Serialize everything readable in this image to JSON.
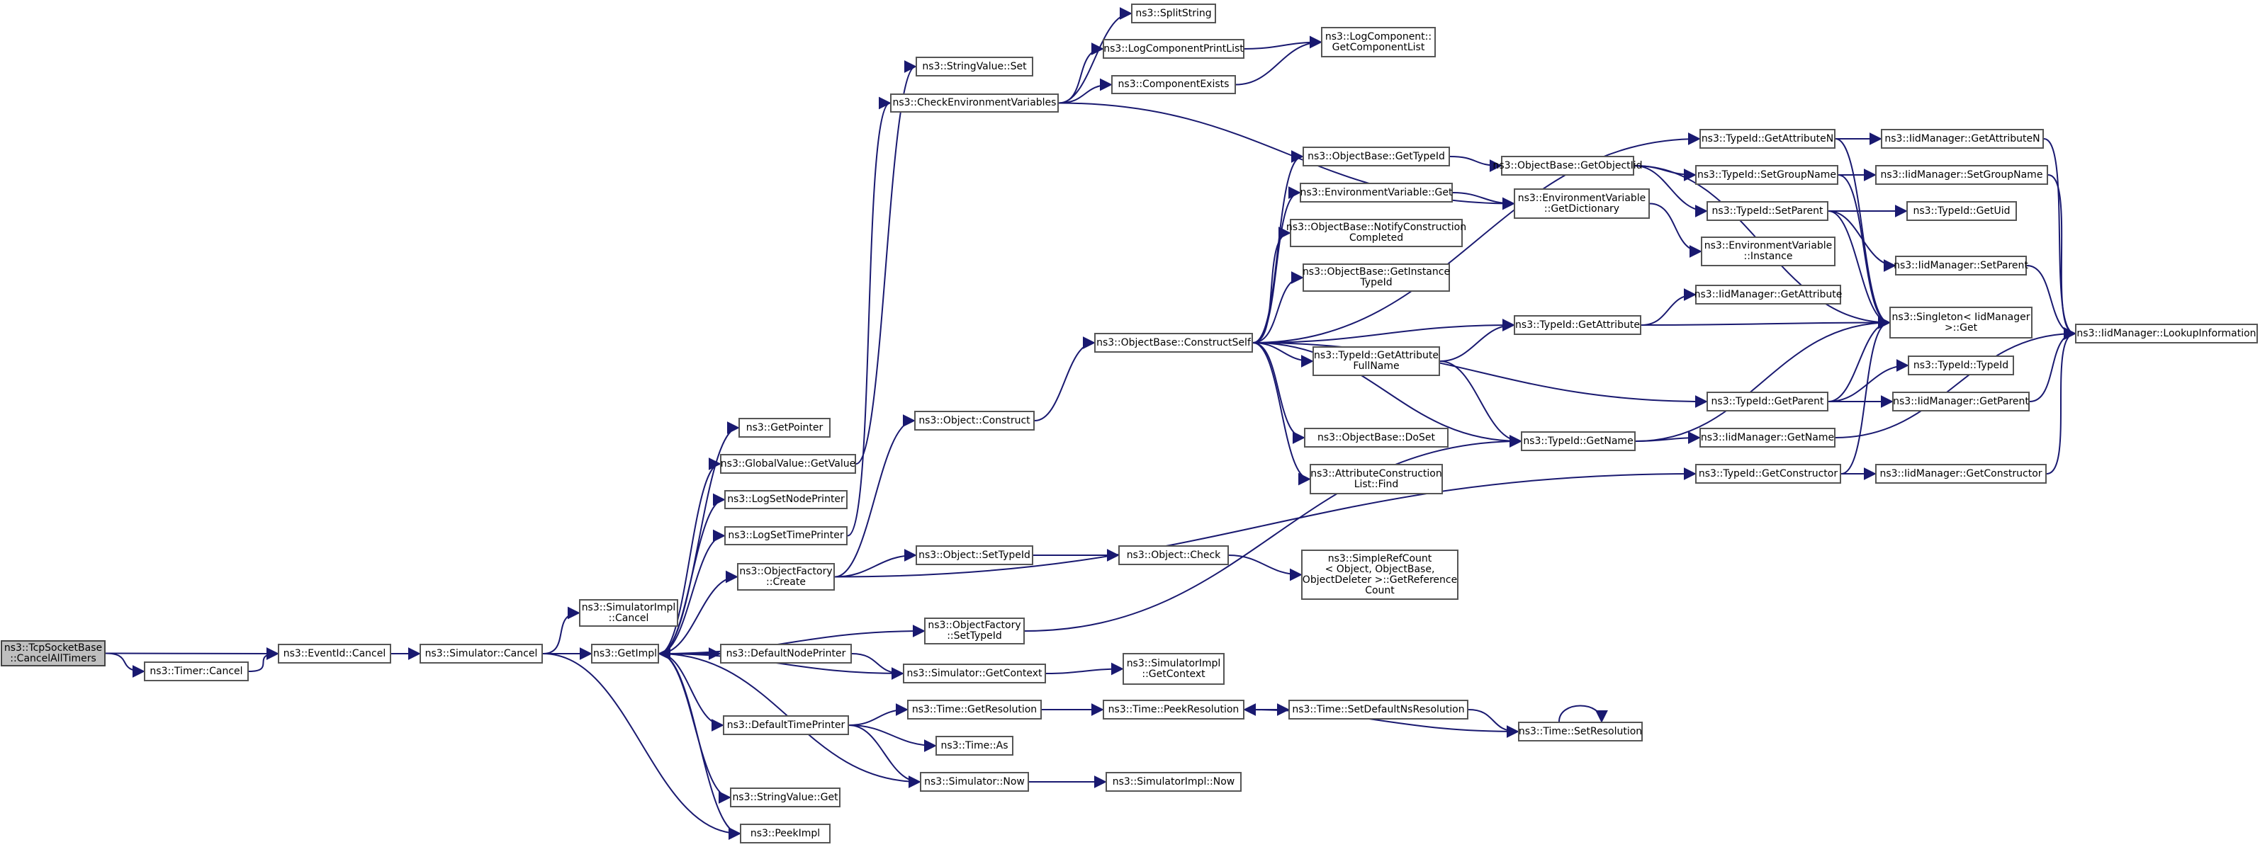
{
  "colors": {
    "edge": "#191970",
    "node_border": "#555555",
    "node_fill": "#ffffff",
    "root_fill": "#bfbfbf"
  },
  "nodes": [
    {
      "id": "n_root",
      "lines": [
        "ns3::TcpSocketBase",
        "::CancelAllTimers"
      ],
      "root": true
    },
    {
      "id": "n_timer_cancel",
      "lines": [
        "ns3::Timer::Cancel"
      ]
    },
    {
      "id": "n_eventid_cancel",
      "lines": [
        "ns3::EventId::Cancel"
      ]
    },
    {
      "id": "n_sim_cancel",
      "lines": [
        "ns3::Simulator::Cancel"
      ]
    },
    {
      "id": "n_simimpl_cancel",
      "lines": [
        "ns3::SimulatorImpl",
        "::Cancel"
      ]
    },
    {
      "id": "n_getimpl",
      "lines": [
        "ns3::GetImpl"
      ]
    },
    {
      "id": "n_getpointer",
      "lines": [
        "ns3::GetPointer"
      ]
    },
    {
      "id": "n_gv_getvalue",
      "lines": [
        "ns3::GlobalValue::GetValue"
      ]
    },
    {
      "id": "n_lognodeprinter",
      "lines": [
        "ns3::LogSetNodePrinter"
      ]
    },
    {
      "id": "n_logtimeprinter",
      "lines": [
        "ns3::LogSetTimePrinter"
      ]
    },
    {
      "id": "n_objfactory_create",
      "lines": [
        "ns3::ObjectFactory",
        "::Create"
      ]
    },
    {
      "id": "n_defaultnodeprinter",
      "lines": [
        "ns3::DefaultNodePrinter"
      ]
    },
    {
      "id": "n_defaulttimeprinter",
      "lines": [
        "ns3::DefaultTimePrinter"
      ]
    },
    {
      "id": "n_stringvalue_get",
      "lines": [
        "ns3::StringValue::Get"
      ]
    },
    {
      "id": "n_peekimpl",
      "lines": [
        "ns3::PeekImpl"
      ]
    },
    {
      "id": "n_splitstring",
      "lines": [
        "ns3::SplitString"
      ]
    },
    {
      "id": "n_stringvalue_set",
      "lines": [
        "ns3::StringValue::Set"
      ]
    },
    {
      "id": "n_checkenv",
      "lines": [
        "ns3::CheckEnvironmentVariables"
      ]
    },
    {
      "id": "n_logcomplist",
      "lines": [
        "ns3::LogComponentPrintList"
      ]
    },
    {
      "id": "n_compexists",
      "lines": [
        "ns3::ComponentExists"
      ]
    },
    {
      "id": "n_getcomplist",
      "lines": [
        "ns3::LogComponent::",
        "GetComponentList"
      ]
    },
    {
      "id": "n_obj_construct",
      "lines": [
        "ns3::Object::Construct"
      ]
    },
    {
      "id": "n_obj_settypeid",
      "lines": [
        "ns3::Object::SetTypeId"
      ]
    },
    {
      "id": "n_objfactory_settypeid",
      "lines": [
        "ns3::ObjectFactory",
        "::SetTypeId"
      ]
    },
    {
      "id": "n_sim_getcontext",
      "lines": [
        "ns3::Simulator::GetContext"
      ]
    },
    {
      "id": "n_time_getres",
      "lines": [
        "ns3::Time::GetResolution"
      ]
    },
    {
      "id": "n_time_as",
      "lines": [
        "ns3::Time::As"
      ]
    },
    {
      "id": "n_sim_now",
      "lines": [
        "ns3::Simulator::Now"
      ]
    },
    {
      "id": "n_obj_check",
      "lines": [
        "ns3::Object::Check"
      ]
    },
    {
      "id": "n_simimpl_getcontext",
      "lines": [
        "ns3::SimulatorImpl",
        "::GetContext"
      ]
    },
    {
      "id": "n_time_peekres",
      "lines": [
        "ns3::Time::PeekResolution"
      ]
    },
    {
      "id": "n_simimpl_now",
      "lines": [
        "ns3::SimulatorImpl::Now"
      ]
    },
    {
      "id": "n_constructself",
      "lines": [
        "ns3::ObjectBase::ConstructSelf"
      ]
    },
    {
      "id": "n_ob_gettypeid",
      "lines": [
        "ns3::ObjectBase::GetTypeId"
      ]
    },
    {
      "id": "n_envvar_get",
      "lines": [
        "ns3::EnvironmentVariable::Get"
      ]
    },
    {
      "id": "n_notifyconstruction",
      "lines": [
        "ns3::ObjectBase::NotifyConstruction",
        "Completed"
      ]
    },
    {
      "id": "n_getinstancetypeid",
      "lines": [
        "ns3::ObjectBase::GetInstance",
        "TypeId"
      ]
    },
    {
      "id": "n_getattrfullname",
      "lines": [
        "ns3::TypeId::GetAttribute",
        "FullName"
      ]
    },
    {
      "id": "n_ob_doset",
      "lines": [
        "ns3::ObjectBase::DoSet"
      ]
    },
    {
      "id": "n_attrconstrlistfind",
      "lines": [
        "ns3::AttributeConstruction",
        "List::Find"
      ]
    },
    {
      "id": "n_simplerefcount",
      "lines": [
        "ns3::SimpleRefCount",
        "< Object, ObjectBase,",
        "ObjectDeleter >::GetReference",
        "Count"
      ]
    },
    {
      "id": "n_time_setdefaultns",
      "lines": [
        "ns3::Time::SetDefaultNsResolution"
      ]
    },
    {
      "id": "n_ob_getobjectiid",
      "lines": [
        "ns3::ObjectBase::GetObjectIid"
      ]
    },
    {
      "id": "n_envvar_getdict",
      "lines": [
        "ns3::EnvironmentVariable",
        "::GetDictionary"
      ]
    },
    {
      "id": "n_typeid_getattribute",
      "lines": [
        "ns3::TypeId::GetAttribute"
      ]
    },
    {
      "id": "n_typeid_getname",
      "lines": [
        "ns3::TypeId::GetName"
      ]
    },
    {
      "id": "n_time_setres",
      "lines": [
        "ns3::Time::SetResolution"
      ]
    },
    {
      "id": "n_typeid_getattrn",
      "lines": [
        "ns3::TypeId::GetAttributeN"
      ]
    },
    {
      "id": "n_typeid_setgroupname",
      "lines": [
        "ns3::TypeId::SetGroupName"
      ]
    },
    {
      "id": "n_typeid_setparent",
      "lines": [
        "ns3::TypeId::SetParent"
      ]
    },
    {
      "id": "n_envvar_instance",
      "lines": [
        "ns3::EnvironmentVariable",
        "::Instance"
      ]
    },
    {
      "id": "n_iid_getattribute",
      "lines": [
        "ns3::IidManager::GetAttribute"
      ]
    },
    {
      "id": "n_typeid_getparent",
      "lines": [
        "ns3::TypeId::GetParent"
      ]
    },
    {
      "id": "n_iid_getname",
      "lines": [
        "ns3::IidManager::GetName"
      ]
    },
    {
      "id": "n_typeid_getconstructor",
      "lines": [
        "ns3::TypeId::GetConstructor"
      ]
    },
    {
      "id": "n_iid_getattrn",
      "lines": [
        "ns3::IidManager::GetAttributeN"
      ]
    },
    {
      "id": "n_iid_setgroupname",
      "lines": [
        "ns3::IidManager::SetGroupName"
      ]
    },
    {
      "id": "n_typeid_getuid",
      "lines": [
        "ns3::TypeId::GetUid"
      ]
    },
    {
      "id": "n_iid_setparent",
      "lines": [
        "ns3::IidManager::SetParent"
      ]
    },
    {
      "id": "n_singleton_get",
      "lines": [
        "ns3::Singleton< IidManager",
        ">::Get"
      ]
    },
    {
      "id": "n_typeid_typeid",
      "lines": [
        "ns3::TypeId::TypeId"
      ]
    },
    {
      "id": "n_iid_getparent",
      "lines": [
        "ns3::IidManager::GetParent"
      ]
    },
    {
      "id": "n_iid_getconstructor",
      "lines": [
        "ns3::IidManager::GetConstructor"
      ]
    },
    {
      "id": "n_iid_lookup",
      "lines": [
        "ns3::IidManager::LookupInformation"
      ]
    }
  ],
  "edges": [
    [
      "n_root",
      "n_timer_cancel"
    ],
    [
      "n_root",
      "n_eventid_cancel"
    ],
    [
      "n_timer_cancel",
      "n_eventid_cancel"
    ],
    [
      "n_eventid_cancel",
      "n_sim_cancel"
    ],
    [
      "n_sim_cancel",
      "n_simimpl_cancel"
    ],
    [
      "n_sim_cancel",
      "n_getimpl"
    ],
    [
      "n_sim_cancel",
      "n_peekimpl"
    ],
    [
      "n_getimpl",
      "n_getpointer"
    ],
    [
      "n_getimpl",
      "n_gv_getvalue"
    ],
    [
      "n_getimpl",
      "n_lognodeprinter"
    ],
    [
      "n_getimpl",
      "n_logtimeprinter"
    ],
    [
      "n_getimpl",
      "n_objfactory_create"
    ],
    [
      "n_getimpl",
      "n_objfactory_settypeid"
    ],
    [
      "n_getimpl",
      "n_defaultnodeprinter"
    ],
    [
      "n_getimpl",
      "n_defaulttimeprinter"
    ],
    [
      "n_getimpl",
      "n_stringvalue_get"
    ],
    [
      "n_getimpl",
      "n_peekimpl"
    ],
    [
      "n_gv_getvalue",
      "n_stringvalue_set"
    ],
    [
      "n_logtimeprinter",
      "n_checkenv"
    ],
    [
      "n_checkenv",
      "n_splitstring"
    ],
    [
      "n_checkenv",
      "n_logcomplist"
    ],
    [
      "n_checkenv",
      "n_compexists"
    ],
    [
      "n_checkenv",
      "n_envvar_getdict"
    ],
    [
      "n_logcomplist",
      "n_getcomplist"
    ],
    [
      "n_compexists",
      "n_getcomplist"
    ],
    [
      "n_objfactory_create",
      "n_obj_construct"
    ],
    [
      "n_objfactory_create",
      "n_obj_settypeid"
    ],
    [
      "n_objfactory_create",
      "n_typeid_getconstructor"
    ],
    [
      "n_defaultnodeprinter",
      "n_sim_getcontext"
    ],
    [
      "n_sim_getcontext",
      "n_getimpl"
    ],
    [
      "n_sim_getcontext",
      "n_simimpl_getcontext"
    ],
    [
      "n_defaulttimeprinter",
      "n_time_getres"
    ],
    [
      "n_defaulttimeprinter",
      "n_time_as"
    ],
    [
      "n_defaulttimeprinter",
      "n_sim_now"
    ],
    [
      "n_sim_now",
      "n_getimpl"
    ],
    [
      "n_sim_now",
      "n_simimpl_now"
    ],
    [
      "n_time_getres",
      "n_time_peekres"
    ],
    [
      "n_time_peekres",
      "n_time_setdefaultns"
    ],
    [
      "n_time_setdefaultns",
      "n_time_setres"
    ],
    [
      "n_time_setres",
      "n_time_peekres"
    ],
    [
      "n_time_setres",
      "n_time_setres"
    ],
    [
      "n_obj_settypeid",
      "n_obj_check"
    ],
    [
      "n_obj_check",
      "n_simplerefcount"
    ],
    [
      "n_objfactory_settypeid",
      "n_typeid_getname"
    ],
    [
      "n_obj_construct",
      "n_constructself"
    ],
    [
      "n_constructself",
      "n_ob_gettypeid"
    ],
    [
      "n_constructself",
      "n_envvar_get"
    ],
    [
      "n_constructself",
      "n_notifyconstruction"
    ],
    [
      "n_constructself",
      "n_getinstancetypeid"
    ],
    [
      "n_constructself",
      "n_getattrfullname"
    ],
    [
      "n_constructself",
      "n_ob_doset"
    ],
    [
      "n_constructself",
      "n_attrconstrlistfind"
    ],
    [
      "n_constructself",
      "n_typeid_getattrn"
    ],
    [
      "n_constructself",
      "n_typeid_getattribute"
    ],
    [
      "n_constructself",
      "n_typeid_getname"
    ],
    [
      "n_constructself",
      "n_typeid_getparent"
    ],
    [
      "n_ob_gettypeid",
      "n_ob_getobjectiid"
    ],
    [
      "n_envvar_get",
      "n_envvar_getdict"
    ],
    [
      "n_ob_getobjectiid",
      "n_typeid_setgroupname"
    ],
    [
      "n_ob_getobjectiid",
      "n_typeid_setparent"
    ],
    [
      "n_ob_getobjectiid",
      "n_singleton_get"
    ],
    [
      "n_envvar_getdict",
      "n_envvar_instance"
    ],
    [
      "n_getattrfullname",
      "n_typeid_getattribute"
    ],
    [
      "n_getattrfullname",
      "n_typeid_getname"
    ],
    [
      "n_typeid_getattribute",
      "n_iid_getattribute"
    ],
    [
      "n_typeid_getattribute",
      "n_singleton_get"
    ],
    [
      "n_typeid_getname",
      "n_singleton_get"
    ],
    [
      "n_typeid_getname",
      "n_iid_getname"
    ],
    [
      "n_typeid_getattrn",
      "n_iid_getattrn"
    ],
    [
      "n_typeid_getattrn",
      "n_singleton_get"
    ],
    [
      "n_typeid_setgroupname",
      "n_iid_setgroupname"
    ],
    [
      "n_typeid_setgroupname",
      "n_singleton_get"
    ],
    [
      "n_typeid_setparent",
      "n_typeid_getuid"
    ],
    [
      "n_typeid_setparent",
      "n_iid_setparent"
    ],
    [
      "n_typeid_setparent",
      "n_singleton_get"
    ],
    [
      "n_typeid_getparent",
      "n_typeid_typeid"
    ],
    [
      "n_typeid_getparent",
      "n_iid_getparent"
    ],
    [
      "n_typeid_getparent",
      "n_singleton_get"
    ],
    [
      "n_typeid_getconstructor",
      "n_iid_getconstructor"
    ],
    [
      "n_typeid_getconstructor",
      "n_singleton_get"
    ],
    [
      "n_iid_getattrn",
      "n_iid_lookup"
    ],
    [
      "n_iid_setgroupname",
      "n_iid_lookup"
    ],
    [
      "n_iid_setparent",
      "n_iid_lookup"
    ],
    [
      "n_iid_getparent",
      "n_iid_lookup"
    ],
    [
      "n_iid_getname",
      "n_iid_lookup"
    ],
    [
      "n_iid_getconstructor",
      "n_iid_lookup"
    ]
  ]
}
